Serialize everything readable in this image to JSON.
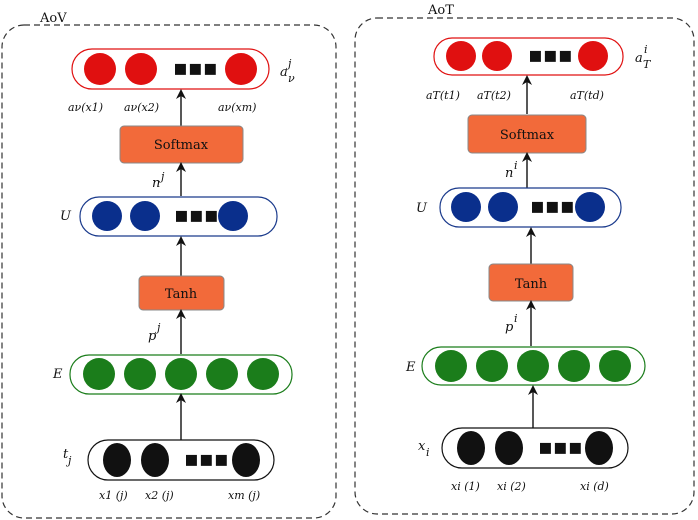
{
  "colors": {
    "red": "#e01010",
    "blue": "#0a2f8c",
    "green": "#1b7d1b",
    "black": "#111111",
    "orange_box": "#f26a3a",
    "red_border": "#e01010",
    "blue_border": "#1a3a8c",
    "green_border": "#1b7d1b"
  },
  "left_panel": {
    "title": "AoV",
    "softmax_label": "Softmax",
    "tanh_label": "Tanh",
    "output_label": "a",
    "output_label_sup": "j",
    "output_label_sub": "ν",
    "output_items": [
      "aν(x1)",
      "aν(x2)",
      "aν(xm)"
    ],
    "n_label": "n",
    "n_label_sup": "j",
    "u_label": "U",
    "p_label": "p",
    "p_label_sup": "j",
    "e_label": "E",
    "t_label": "t",
    "t_label_sub": "j",
    "input_items": [
      "x1 (j)",
      "x2 (j)",
      "xm (j)"
    ],
    "ellipsis": "▪▪▪"
  },
  "right_panel": {
    "title": "AoT",
    "softmax_label": "Softmax",
    "tanh_label": "Tanh",
    "output_label": "a",
    "output_label_sup": "i",
    "output_label_sub": "T",
    "output_items": [
      "aT(t1)",
      "aT(t2)",
      "aT(td)"
    ],
    "n_label": "n",
    "n_label_sup": "i",
    "u_label": "U",
    "p_label": "p",
    "p_label_sup": "i",
    "e_label": "E",
    "x_label": "x",
    "x_label_sub": "i",
    "input_items": [
      "xi (1)",
      "xi (2)",
      "xi (d)"
    ],
    "ellipsis": "▪▪▪"
  }
}
